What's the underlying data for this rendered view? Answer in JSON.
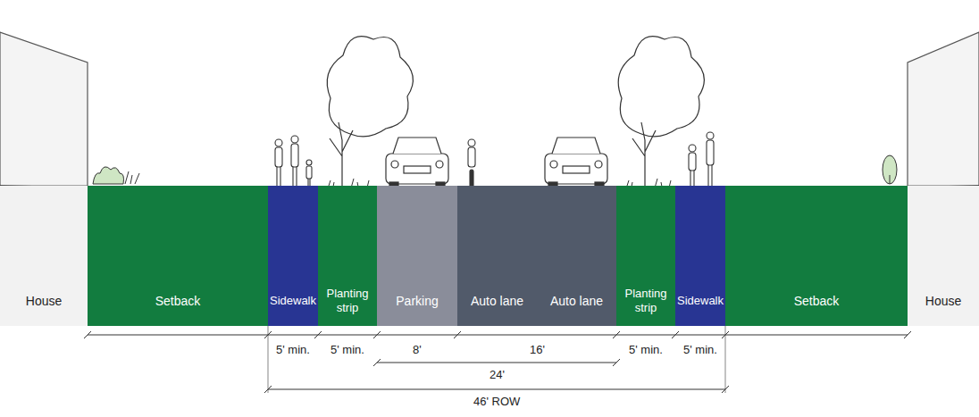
{
  "diagram": {
    "nodes": [
      {
        "text": [
          "House"
        ]
      },
      {
        "text": [
          "Setback"
        ]
      },
      {
        "text": [
          "Sidewalk"
        ]
      },
      {
        "text": [
          "Planting strip"
        ]
      },
      {
        "text": [
          "Parking"
        ]
      },
      {
        "text": [
          "Auto lane",
          "Auto lane"
        ]
      },
      {
        "text": [
          "Planting strip"
        ]
      },
      {
        "text": [
          "Sidewalk"
        ]
      },
      {
        "text": [
          "Setback"
        ]
      },
      {
        "text": [
          "House"
        ]
      }
    ],
    "labels": [
      "5' min.",
      "5' min.",
      "8'",
      "16'",
      "5' min.",
      "5' min.",
      "24'",
      "46' ROW"
    ]
  }
}
